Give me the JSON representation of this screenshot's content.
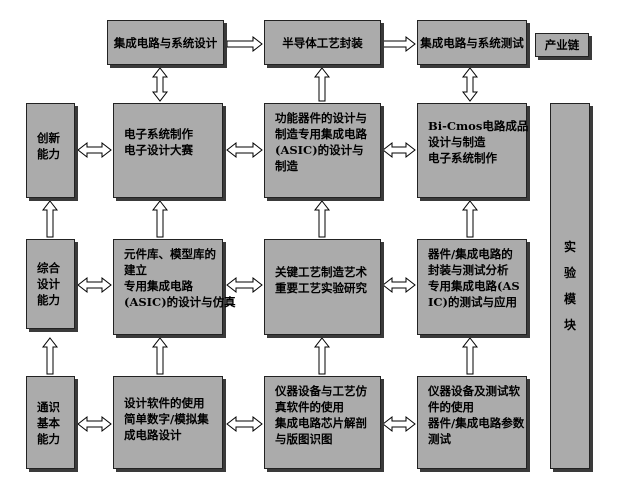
{
  "top_row": {
    "ic_design": "集成电路与系统设计",
    "packaging": "半导体工艺封装",
    "ic_test": "集成电路与系统测试",
    "industry_chain": "产业链"
  },
  "abilities": {
    "innovation": [
      "创新",
      "能力"
    ],
    "comprehensive": [
      "综合",
      "设计",
      "能力"
    ],
    "basic": [
      "通识",
      "基本",
      "能力"
    ]
  },
  "row1": {
    "col1": [
      "电子系统制作",
      "电子设计大赛"
    ],
    "col2": [
      "功能器件的设计与",
      "制造专用集成电路",
      "(ASIC)的设计与",
      "制造"
    ],
    "col3": [
      "Bi-Cmos电路成品",
      "设计与制造",
      "电子系统制作"
    ]
  },
  "row2": {
    "col1": [
      "元件库、模型库的",
      "建立",
      "专用集成电路",
      "(ASIC)的设计与仿真"
    ],
    "col2": [
      "关键工艺制造艺术",
      "重要工艺实验研究"
    ],
    "col3": [
      "器件/集成电路的",
      "封装与测试分析",
      "专用集成电路(AS",
      "IC)的测试与应用"
    ]
  },
  "row3": {
    "col1": [
      "设计软件的使用",
      "简单数字/模拟集",
      "成电路设计"
    ],
    "col2": [
      "仪器设备与工艺仿",
      "真软件的使用",
      "集成电路芯片解剖",
      "与版图识图"
    ],
    "col3": [
      "仪器设备及测试软",
      "件的使用",
      "器件/集成电路参数",
      "测试"
    ]
  },
  "experiment_module": [
    "实",
    "验",
    "模",
    "块"
  ],
  "colors": {
    "box_fill": "#ababab",
    "shadow": "#3a3a3a",
    "arrow_fill": "#ffffff",
    "arrow_stroke": "#000000"
  }
}
